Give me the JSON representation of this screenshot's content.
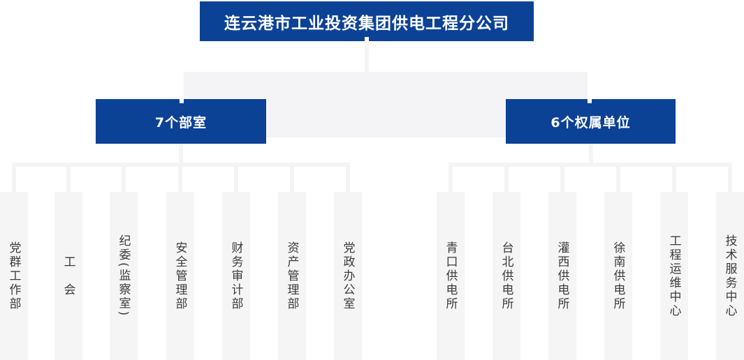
{
  "org_chart": {
    "root": {
      "label": "连云港市工业投资集团供电工程分公司"
    },
    "groups": [
      {
        "label": "7个部室",
        "children": [
          "党群工作部",
          "工　会",
          "纪委(监察室)",
          "安全管理部",
          "财务审计部",
          "资产管理部",
          "党政办公室"
        ]
      },
      {
        "label": "6个权属单位",
        "children": [
          "青口供电所",
          "台北供电所",
          "灌西供电所",
          "徐南供电所",
          "工程运维中心",
          "技术服务中心"
        ]
      }
    ],
    "colors": {
      "node_blue": "#0c4296",
      "connector_gray": "#f4f4f6",
      "leaf_gray": "#f5f5f6",
      "leaf_text": "#3b3b3b",
      "blue_node_text": "#ffffff"
    }
  }
}
